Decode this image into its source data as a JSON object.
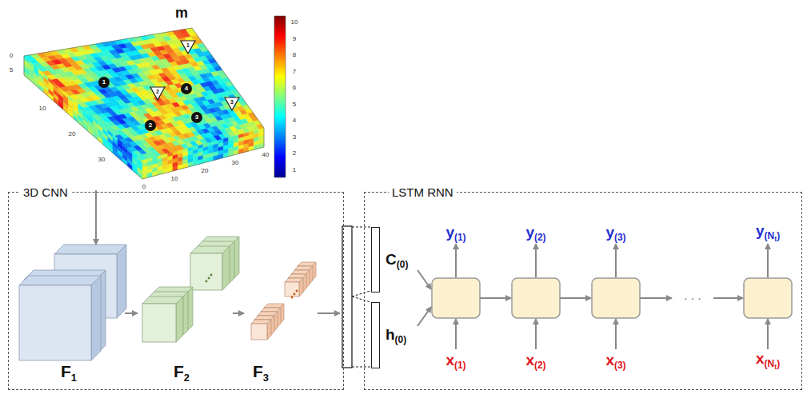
{
  "diagram": {
    "nodes": [
      {
        "text": [
          "m"
        ]
      },
      {
        "text": [
          "3D CNN"
        ]
      },
      {
        "text": [
          "F",
          "1"
        ],
        "in": 1
      },
      {
        "text": [
          "F",
          "2"
        ],
        "in": 1
      },
      {
        "text": [
          "F",
          "3"
        ],
        "in": 1
      },
      {
        "text": [
          "LSTM RNN"
        ]
      },
      {
        "text": [
          "C",
          "(0)"
        ],
        "in": 5
      },
      {
        "text": [
          "h",
          "(0)"
        ],
        "in": 5
      }
    ],
    "edges": [
      {
        "from": 0,
        "to": 2,
        "arrow": "to"
      },
      {
        "from": 2,
        "to": 3,
        "arrow": "to"
      },
      {
        "from": 3,
        "to": 4,
        "arrow": "to"
      }
    ],
    "labels": [
      "0",
      "5",
      "10",
      "20",
      "30",
      "0",
      "10",
      "20",
      "30",
      "40",
      "10",
      "9",
      "8",
      "7",
      "6",
      "5",
      "4",
      "3",
      "2",
      "1",
      "1",
      "4",
      "2",
      "3",
      "1",
      "2",
      "3",
      "y",
      "(1)",
      "y",
      "(2)",
      "y",
      "(3)",
      "y",
      "(N",
      "t",
      ")",
      "x",
      "(1)",
      "x",
      "(2)",
      "x",
      "(3)",
      "x",
      "(N",
      "t",
      ")",
      "· · ·"
    ]
  }
}
